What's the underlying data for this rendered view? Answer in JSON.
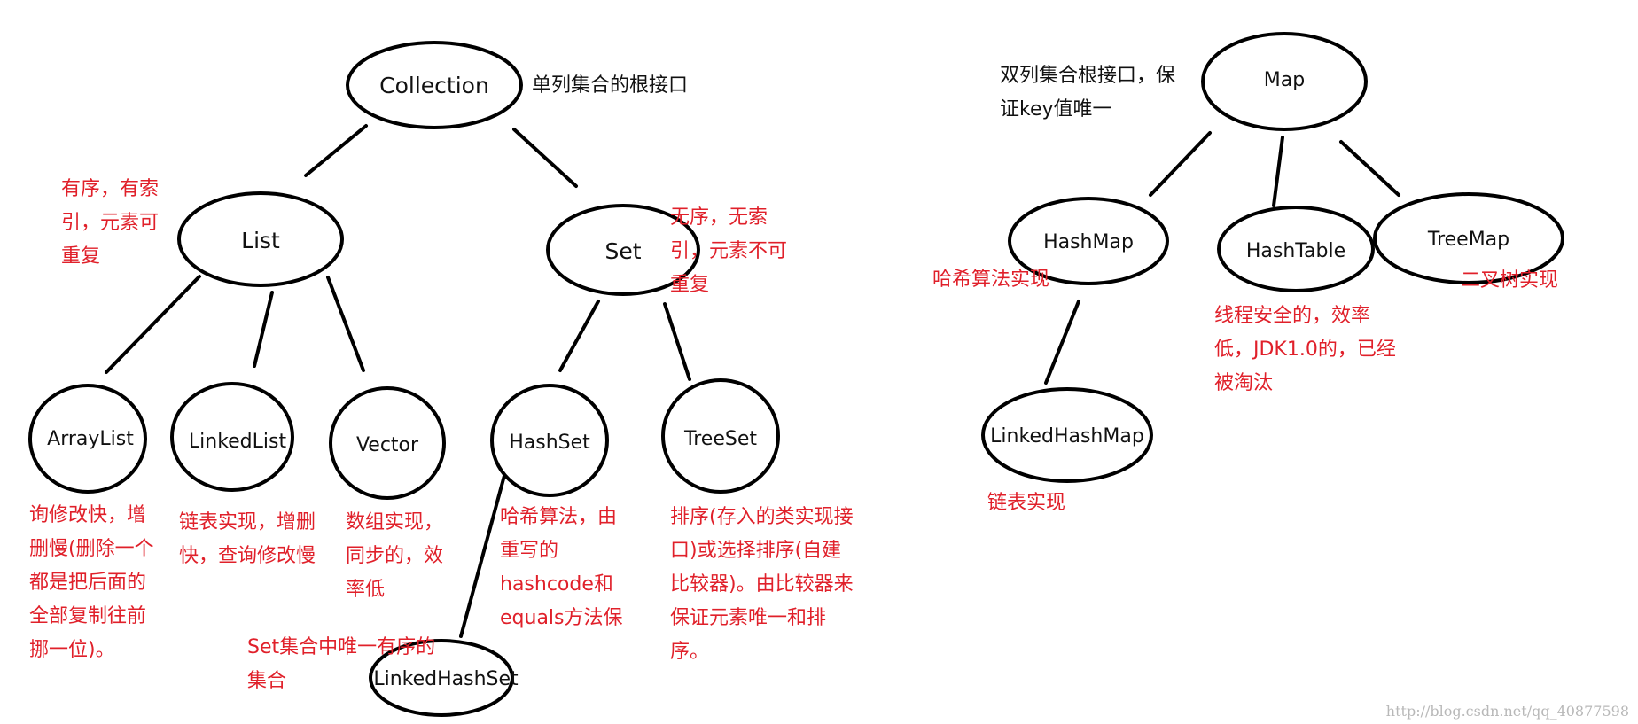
{
  "nodes": {
    "collection": "Collection",
    "list": "List",
    "set": "Set",
    "arraylist": "ArrayList",
    "linkedlist": "LinkedList",
    "vector": "Vector",
    "hashset": "HashSet",
    "treeset": "TreeSet",
    "linkedhashset": "LinkedHashSet",
    "map": "Map",
    "hashmap": "HashMap",
    "hashtable": "HashTable",
    "treemap": "TreeMap",
    "linkedhashmap": "LinkedHashMap"
  },
  "notes": {
    "collection": [
      "单列集合的根接口"
    ],
    "list": [
      "有序，有索",
      "引，元素可",
      "重复"
    ],
    "set": [
      "无序，无索",
      "引，元素不可",
      "重复"
    ],
    "arraylist": [
      "询修改快，增",
      "删慢(删除一个",
      "都是把后面的",
      "全部复制往前",
      "挪一位)。"
    ],
    "linkedlist": [
      "链表实现，增删",
      "快，查询修改慢"
    ],
    "vector": [
      "数组实现，",
      "同步的，效",
      "率低"
    ],
    "hashset": [
      "哈希算法，由",
      "重写的",
      "hashcode和",
      "equals方法保"
    ],
    "treeset": [
      "排序(存入的类实现接",
      "口)或选择排序(自建",
      "比较器)。由比较器来",
      "保证元素唯一和排",
      "序。"
    ],
    "linkedhashset": [
      "Set集合中唯一有序的",
      "集合"
    ],
    "map": [
      "双列集合根接口，保",
      "证key值唯一"
    ],
    "hashmap": [
      "哈希算法实现"
    ],
    "hashtable": [
      "线程安全的，效率",
      "低，JDK1.0的，已经",
      "被淘汰"
    ],
    "treemap": [
      "二叉树实现"
    ],
    "linkedhashmap": [
      "链表实现"
    ]
  },
  "watermark": "http://blog.csdn.net/qq_40877598",
  "colors": {
    "note": "#e0202a",
    "stroke": "#000000",
    "watermark": "#b8b8b8"
  }
}
